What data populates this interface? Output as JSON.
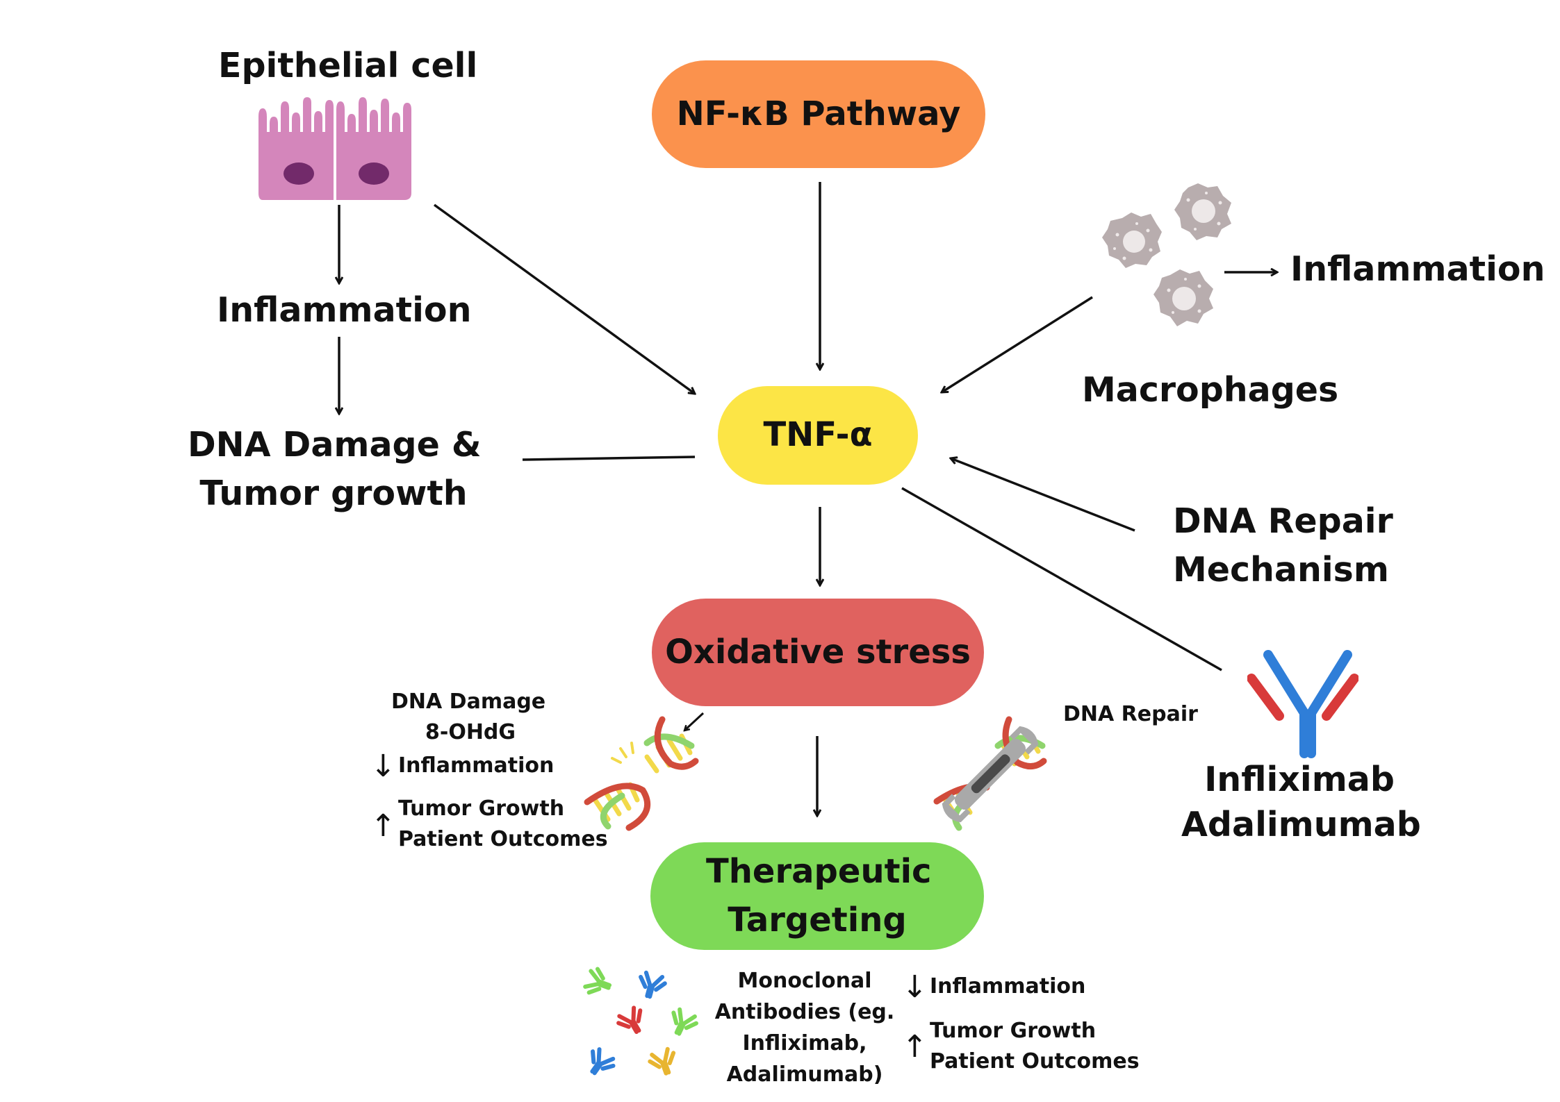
{
  "nodes": {
    "nfkb": "NF-κB Pathway",
    "tnf": "TNF-α",
    "oxidative": "Oxidative stress",
    "therapeutic": "Therapeutic Targeting"
  },
  "left": {
    "epithelial_label": "Epithelial cell",
    "inflammation": "Inflammation",
    "dna_damage_line1": "DNA Damage &",
    "dna_damage_line2": "Tumor growth"
  },
  "right": {
    "macro_inflammation": "Inflammation",
    "macrophages": "Macrophages",
    "dna_repair_line1": "DNA Repair",
    "dna_repair_line2": "Mechanism",
    "drug_line1": "Infliximab",
    "drug_line2": "Adalimumab"
  },
  "oxidative_effects": {
    "line1": "DNA Damage",
    "line2": "8-OHdG",
    "down_arrow": "↓",
    "line3": "Inflammation",
    "up_arrow": "↑",
    "line4": "Tumor Growth",
    "line5": "Patient Outcomes",
    "repair": "DNA Repair"
  },
  "therapy_effects": {
    "antibodies_line1": "Monoclonal",
    "antibodies_line2": "Antibodies (eg.",
    "antibodies_line3": "Infliximab,",
    "antibodies_line4": "Adalimumab)",
    "down_arrow": "↓",
    "inflammation": "Inflammation",
    "up_arrow": "↑",
    "tumor": "Tumor Growth",
    "outcomes": "Patient Outcomes"
  },
  "colors": {
    "nfkb": "#fb924d",
    "tnf": "#fce546",
    "oxidative": "#e0625f",
    "therapeutic": "#7ed957",
    "epithelial": "#d486bb",
    "nucleus": "#722a6a",
    "macrophage": "#b8adae",
    "antibody_blue": "#2f7ed8",
    "antibody_red": "#d83a3a",
    "dna_red": "#d14b3b",
    "dna_green": "#8fd46d",
    "dna_yellow": "#f2d94a"
  },
  "icons": {
    "epithelial": "epithelial-cell-icon",
    "macrophages": "macrophage-cluster-icon",
    "dna_damaged": "damaged-dna-icon",
    "dna_repair": "dna-repair-wrench-icon",
    "antibody": "antibody-icon",
    "antibodies_cluster": "antibodies-cluster-icon"
  }
}
